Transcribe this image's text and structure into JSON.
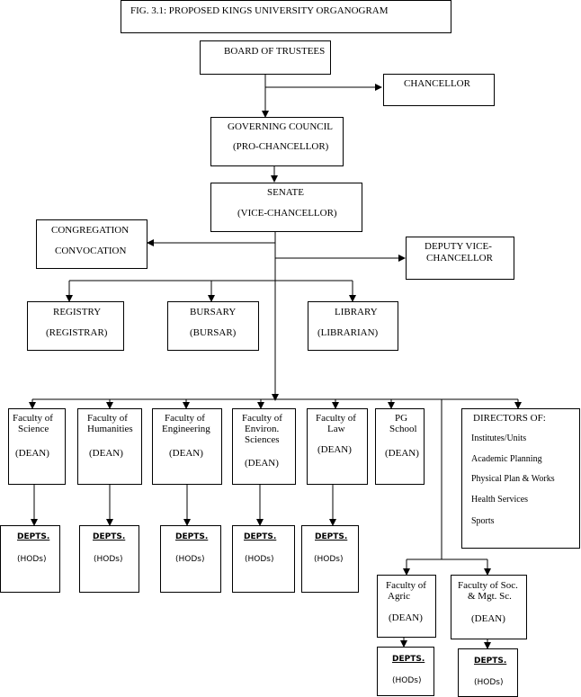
{
  "title": "FIG. 3.1: PROPOSED KINGS UNIVERSITY ORGANOGRAM",
  "board": "BOARD OF TRUSTEES",
  "chancellor": "CHANCELLOR",
  "governing": {
    "line1": "GOVERNING COUNCIL",
    "line2": "(PRO-CHANCELLOR)"
  },
  "senate": {
    "line1": "SENATE",
    "line2": "(VICE-CHANCELLOR)"
  },
  "congregation": {
    "line1": "CONGREGATION",
    "line2": "CONVOCATION"
  },
  "deputy": {
    "line1": "DEPUTY VICE-",
    "line2": "CHANCELLOR"
  },
  "registry": {
    "line1": "REGISTRY",
    "line2": "(REGISTRAR)"
  },
  "bursary": {
    "line1": "BURSARY",
    "line2": "(BURSAR)"
  },
  "library": {
    "line1": "LIBRARY",
    "line2": "(LIBRARIAN)"
  },
  "dean": "(DEAN)",
  "depts": "DEPTS.",
  "hods": "(HODs)",
  "faculties": {
    "science": [
      "Faculty of",
      "Science"
    ],
    "humanities": [
      "Faculty of",
      "Humanities"
    ],
    "engineering": [
      "Faculty of",
      "Engineering"
    ],
    "environ": [
      "Faculty of",
      "Environ.",
      "Sciences"
    ],
    "law": [
      "Faculty of",
      "Law"
    ],
    "pg": [
      "PG",
      "School"
    ],
    "agric": [
      "Faculty of",
      "Agric"
    ],
    "socmgt": [
      "Faculty of Soc.",
      "& Mgt. Sc."
    ]
  },
  "directors": {
    "heading": "DIRECTORS OF:",
    "items": [
      "Institutes/Units",
      "Academic Planning",
      "Physical Plan & Works",
      "Health Services",
      "Sports"
    ]
  }
}
